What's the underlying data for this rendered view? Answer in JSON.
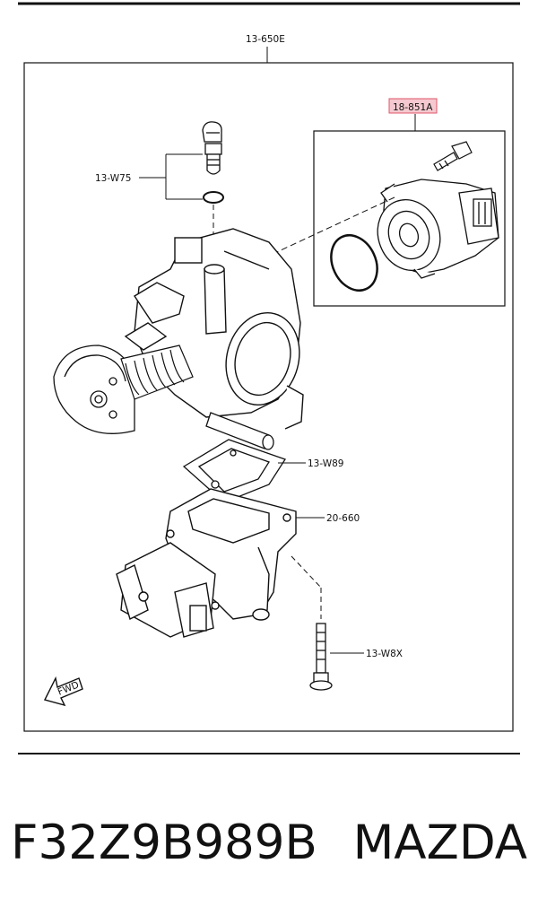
{
  "diagram": {
    "assembly_label": "13-650E",
    "highlighted_label": "18-851A",
    "callouts": {
      "w75": "13-W75",
      "w89": "13-W89",
      "c660": "20-660",
      "w8x": "13-W8X"
    },
    "direction_marker": "FWD",
    "colors": {
      "line": "#111111",
      "highlight_fill": "#f5c9cf",
      "highlight_stroke": "#e0566a"
    }
  },
  "footer": {
    "part_number": "F32Z9B989B",
    "brand": "MAZDA"
  }
}
